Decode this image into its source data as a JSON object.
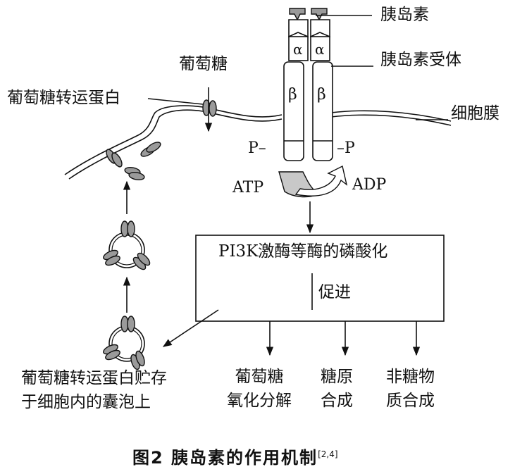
{
  "labels": {
    "insulin": "胰岛素",
    "insulin_receptor": "胰岛素受体",
    "glucose": "葡萄糖",
    "glucose_transporter": "葡萄糖转运蛋白",
    "cell_membrane": "细胞膜",
    "alpha": "α",
    "beta": "β",
    "p_left": "P–",
    "p_right": "–P",
    "atp": "ATP",
    "adp": "ADP",
    "box_text": "PI3K激酶等酶的磷酸化",
    "promote": "促进",
    "vesicle_storage": "葡萄糖转运蛋白贮存\n于细胞内的囊泡上",
    "out_glucose_oxidation": "葡萄糖\n氧化分解",
    "out_glycogen": "糖原\n合成",
    "out_nonsugar": "非糖物\n质合成"
  },
  "caption": {
    "text": "图2   胰岛素的作用机制",
    "ref": "[2,4]"
  },
  "colors": {
    "ink": "#111111",
    "protein_fill": "#9a9a9a",
    "arrow_fill": "#c8c8c8"
  }
}
